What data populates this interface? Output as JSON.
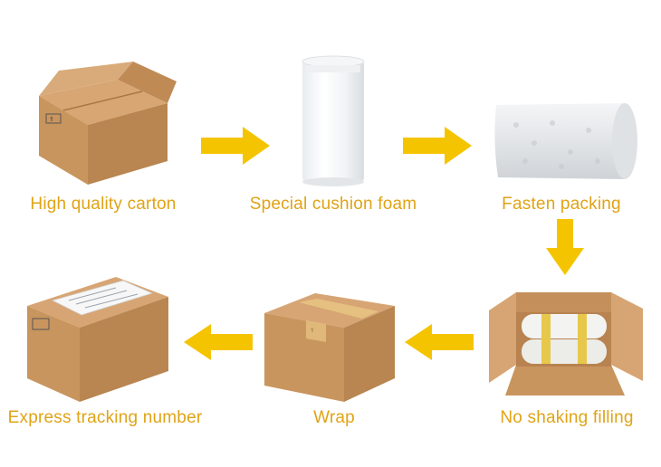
{
  "steps": [
    {
      "label": "High quality carton",
      "icon": "closed-carton-icon"
    },
    {
      "label": "Special cushion foam",
      "icon": "foam-roll-icon"
    },
    {
      "label": "Fasten packing",
      "icon": "wrapped-foam-icon"
    },
    {
      "label": "No shaking filling",
      "icon": "open-box-with-rolls-icon"
    },
    {
      "label": "Wrap",
      "icon": "taped-box-icon"
    },
    {
      "label": "Express tracking number",
      "icon": "labeled-box-icon"
    }
  ],
  "colors": {
    "accent": "#f5c400",
    "caption": "#e0a316",
    "cardboard": "#c9955e",
    "tape": "#e7c84a"
  }
}
